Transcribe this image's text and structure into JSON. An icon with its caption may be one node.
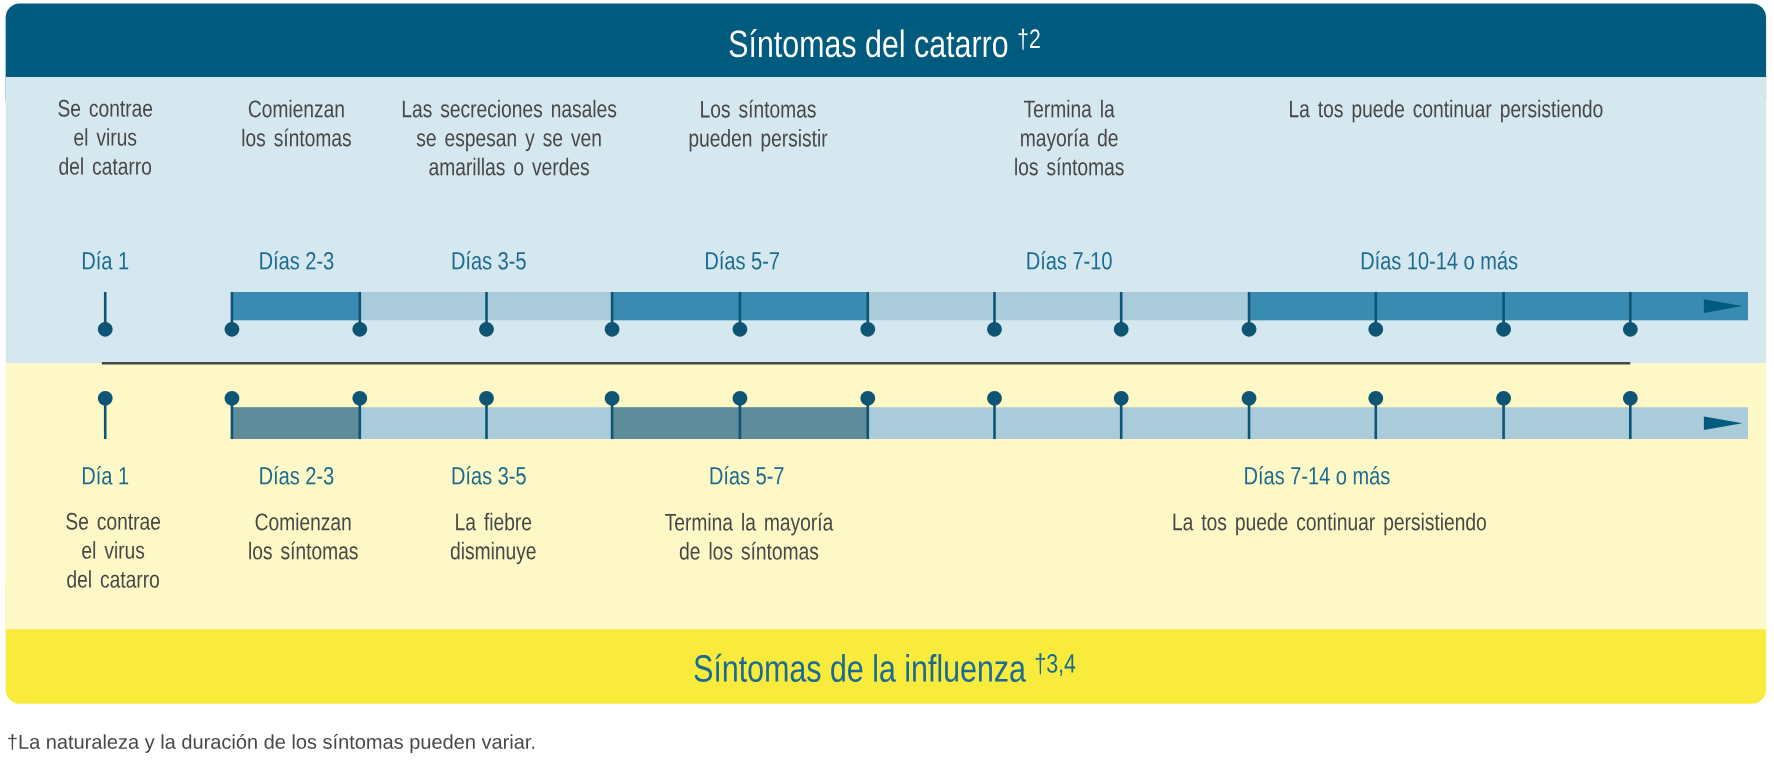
{
  "diagram": {
    "nodes": [
      {
        "text": [
          "Síntomas del catarro $^{†2}$"
        ]
      },
      {
        "text": [
          "Síntomas de la influenza $^{†3,4}$"
        ]
      }
    ],
    "labels": [
      "Se contrae el virus del catarro",
      "Comienzan los síntomas",
      "Las secreciones nasales se espesan y se ven amarillas o verdes",
      "Los síntomas pueden persistir",
      "Termina la mayoría de los síntomas",
      "La tos puede continuar persistiendo",
      "Día 1",
      "Días 2-3",
      "Días 3-5",
      "Días 5-7",
      "Días 7-10",
      "Días 10-14 o más",
      "Día 1",
      "Días 2-3",
      "Días 3-5",
      "Días 5-7",
      "Días 7-14 o más",
      "Se contrae el virus del catarro",
      "Comienzan los síntomas",
      "La fiebre disminuye",
      "Termina la mayoría de los síntomas",
      "La tos puede continuar persistiendo",
      "†La naturaleza y la duración de los síntomas pueden variar."
    ]
  }
}
